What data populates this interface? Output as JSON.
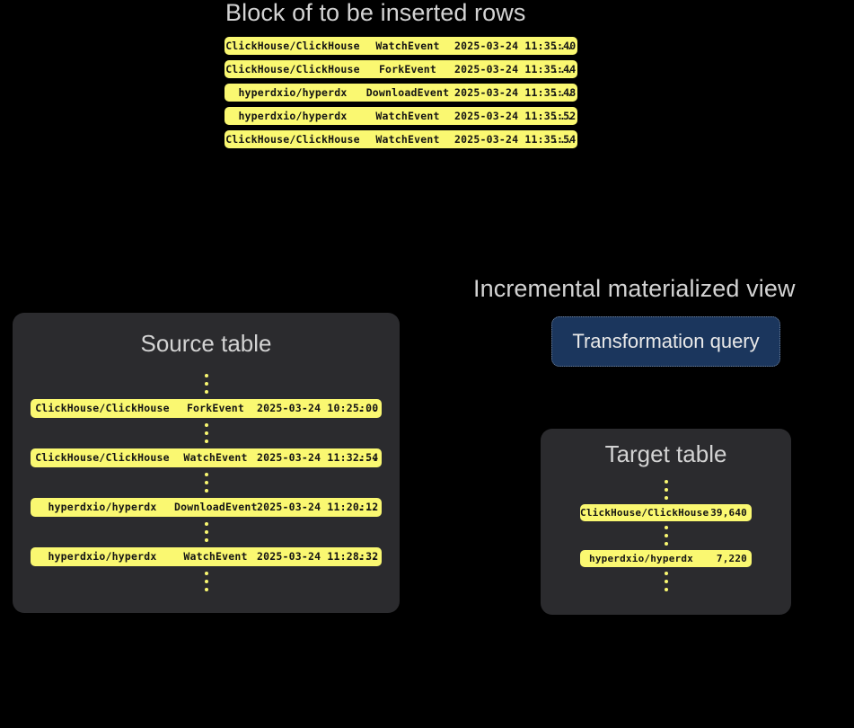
{
  "diagram": {
    "background_color": "#000000",
    "row_color": "#faf871",
    "panel_color": "#2b2b2e",
    "query_color": "#1b365d",
    "heading_color": "#d3d3d3"
  },
  "block": {
    "title": "Block of to be inserted rows",
    "rows": [
      {
        "repo": "ClickHouse/ClickHouse",
        "event": "WatchEvent",
        "timestamp": "2025-03-24 11:35:40",
        "more": "..."
      },
      {
        "repo": "ClickHouse/ClickHouse",
        "event": "ForkEvent",
        "timestamp": "2025-03-24 11:35:44",
        "more": "..."
      },
      {
        "repo": "hyperdxio/hyperdx",
        "event": "DownloadEvent",
        "timestamp": "2025-03-24 11:35:48",
        "more": "..."
      },
      {
        "repo": "hyperdxio/hyperdx",
        "event": "WatchEvent",
        "timestamp": "2025-03-24 11:35:52",
        "more": "..."
      },
      {
        "repo": "ClickHouse/ClickHouse",
        "event": "WatchEvent",
        "timestamp": "2025-03-24 11:35:54",
        "more": "..."
      }
    ]
  },
  "source_table": {
    "title": "Source table",
    "rows": [
      {
        "repo": "ClickHouse/ClickHouse",
        "event": "ForkEvent",
        "timestamp": "2025-03-24 10:25:00",
        "more": "..."
      },
      {
        "repo": "ClickHouse/ClickHouse",
        "event": "WatchEvent",
        "timestamp": "2025-03-24 11:32:54",
        "more": "..."
      },
      {
        "repo": "hyperdxio/hyperdx",
        "event": "DownloadEvent",
        "timestamp": "2025-03-24 11:20:12",
        "more": "..."
      },
      {
        "repo": "hyperdxio/hyperdx",
        "event": "WatchEvent",
        "timestamp": "2025-03-24 11:28:32",
        "more": "..."
      }
    ]
  },
  "materialized_view": {
    "title": "Incremental materialized view",
    "query_label": "Transformation query"
  },
  "target_table": {
    "title": "Target table",
    "rows": [
      {
        "repo": "ClickHouse/ClickHouse",
        "count": "39,640"
      },
      {
        "repo": "hyperdxio/hyperdx",
        "count": "7,220"
      }
    ]
  }
}
